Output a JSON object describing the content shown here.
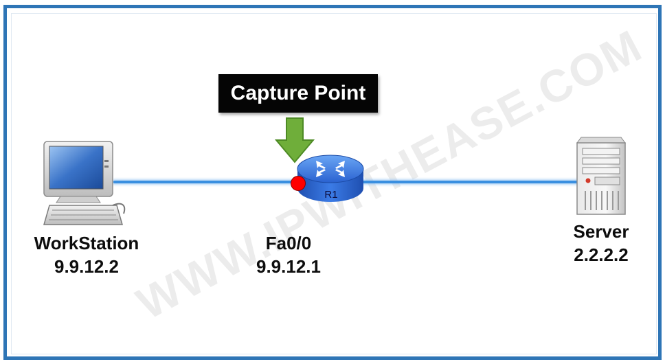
{
  "watermark": {
    "text": "WWW.IPWITHEASE.COM"
  },
  "capture": {
    "label": "Capture Point"
  },
  "workstation": {
    "name": "WorkStation",
    "ip": "9.9.12.2"
  },
  "router": {
    "name": "R1",
    "interface": "Fa0/0",
    "ip": "9.9.12.1"
  },
  "server": {
    "name": "Server",
    "ip": "2.2.2.2"
  },
  "colors": {
    "border": "#2e75b6",
    "link": "#3a8fe0",
    "arrow": "#6fae3a",
    "router": "#2f6fd6",
    "port_dot": "#ff0000"
  },
  "icons": {
    "workstation": "computer-icon",
    "router": "router-icon",
    "server": "server-icon",
    "arrow": "down-arrow-icon"
  }
}
